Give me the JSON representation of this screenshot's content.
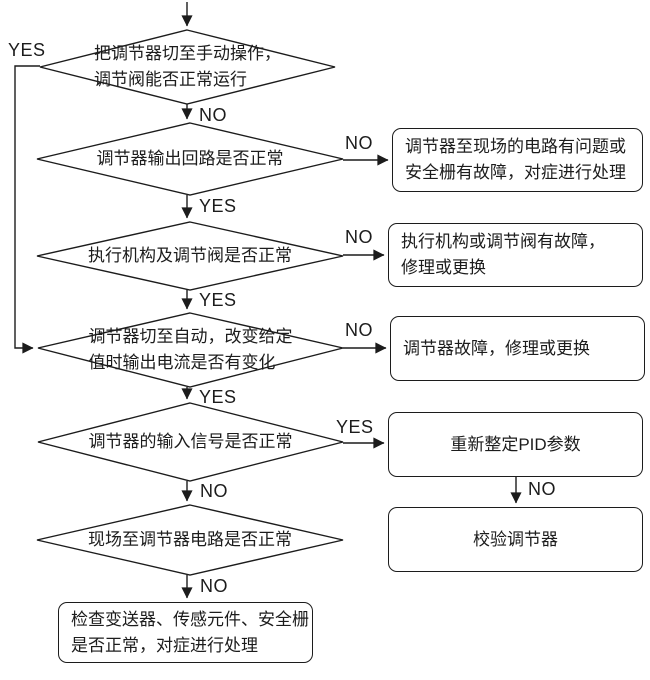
{
  "colors": {
    "background": "#ffffff",
    "line": "#1c1c1c",
    "text": "#1c1c1c"
  },
  "labels": {
    "yes": "YES",
    "no": "NO"
  },
  "diamonds": [
    {
      "line1": "把调节器切至手动操作，",
      "line2": "调节阀能否正常运行"
    },
    {
      "line1": "调节器输出回路是否正常"
    },
    {
      "line1": "执行机构及调节阀是否正常"
    },
    {
      "line1": "调节器切至自动，改变给定",
      "line2": "值时输出电流是否有变化"
    },
    {
      "line1": "调节器的输入信号是否正常"
    },
    {
      "line1": "现场至调节器电路是否正常"
    }
  ],
  "boxes": [
    {
      "line1": "调节器至现场的电路有问题或",
      "line2": "安全栅有故障，对症进行处理"
    },
    {
      "line1": "执行机构或调节阀有故障，",
      "line2": "修理或更换"
    },
    {
      "line1": "调节器故障，修理或更换"
    },
    {
      "line1": "重新整定PID参数"
    },
    {
      "line1": "校验调节器"
    },
    {
      "line1": "检查变送器、传感元件、安全栅",
      "line2": "是否正常，对症进行处理"
    }
  ]
}
